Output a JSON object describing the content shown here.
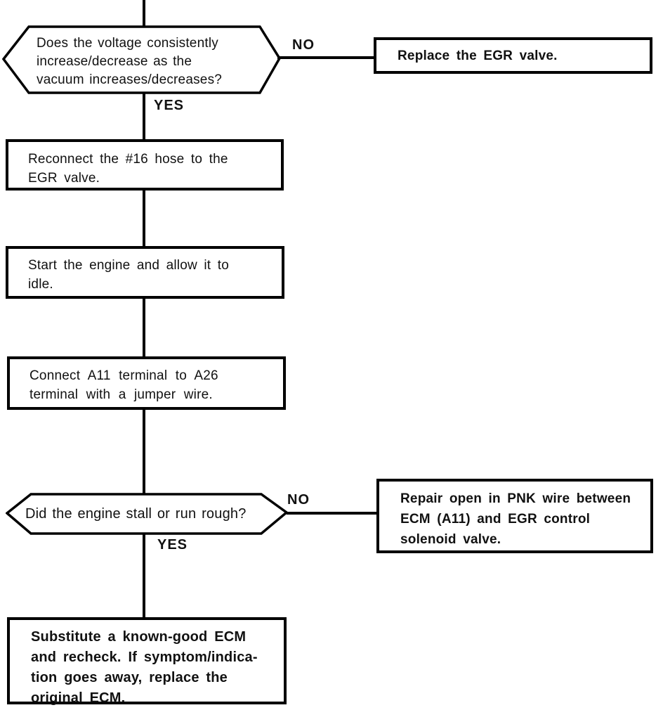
{
  "colors": {
    "ink": "#000000",
    "paper": "#ffffff"
  },
  "nodes": {
    "decision_voltage": {
      "text": "Does the voltage consistently\nincrease/decrease as the\nvacuum increases/decreases?",
      "no_label": "NO",
      "yes_label": "YES"
    },
    "action_replace": {
      "text": "Replace the EGR valve."
    },
    "process_reconnect": {
      "text": "Reconnect the #16 hose to the\nEGR valve."
    },
    "process_start": {
      "text": "Start the engine and allow it to\nidle."
    },
    "process_connect": {
      "text": "Connect A11 terminal to A26\nterminal with a jumper wire."
    },
    "decision_stall": {
      "text": "Did the engine stall or run rough?",
      "no_label": "NO",
      "yes_label": "YES"
    },
    "action_repair": {
      "text": "Repair open in PNK wire between\nECM (A11) and EGR control\nsolenoid valve."
    },
    "process_substitute": {
      "text": "Substitute a known-good ECM\nand recheck. If symptom/indica-\ntion goes away, replace the\noriginal ECM."
    }
  }
}
